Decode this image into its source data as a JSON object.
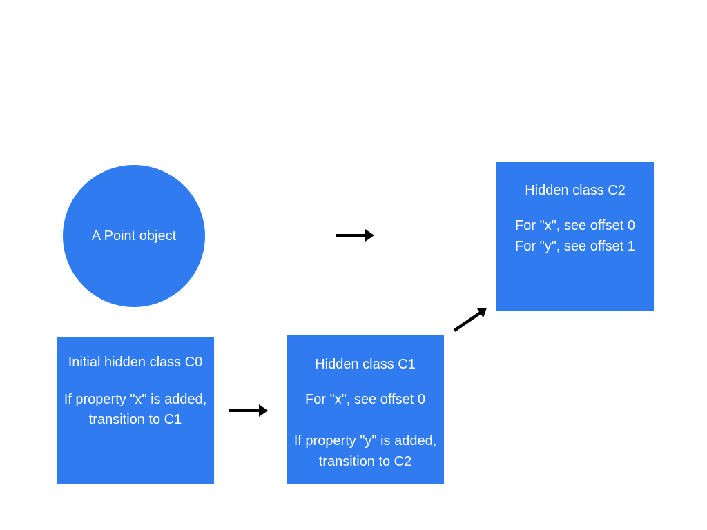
{
  "nodes": {
    "point": {
      "label": "A Point object"
    },
    "c0": {
      "title": "Initial hidden class C0",
      "body_line1": "If property \"x\" is added,",
      "body_line2": "transition to C1"
    },
    "c1": {
      "title": "Hidden class C1",
      "offset_line": "For \"x\", see offset 0",
      "body_line1": "If property \"y\" is added,",
      "body_line2": "transition to C2"
    },
    "c2": {
      "title": "Hidden class C2",
      "offset_line1": "For \"x\", see offset 0",
      "offset_line2": "For \"y\", see offset 1"
    }
  },
  "colors": {
    "node_fill": "#2f7bef",
    "node_text": "#ffffff",
    "arrow": "#000000"
  }
}
